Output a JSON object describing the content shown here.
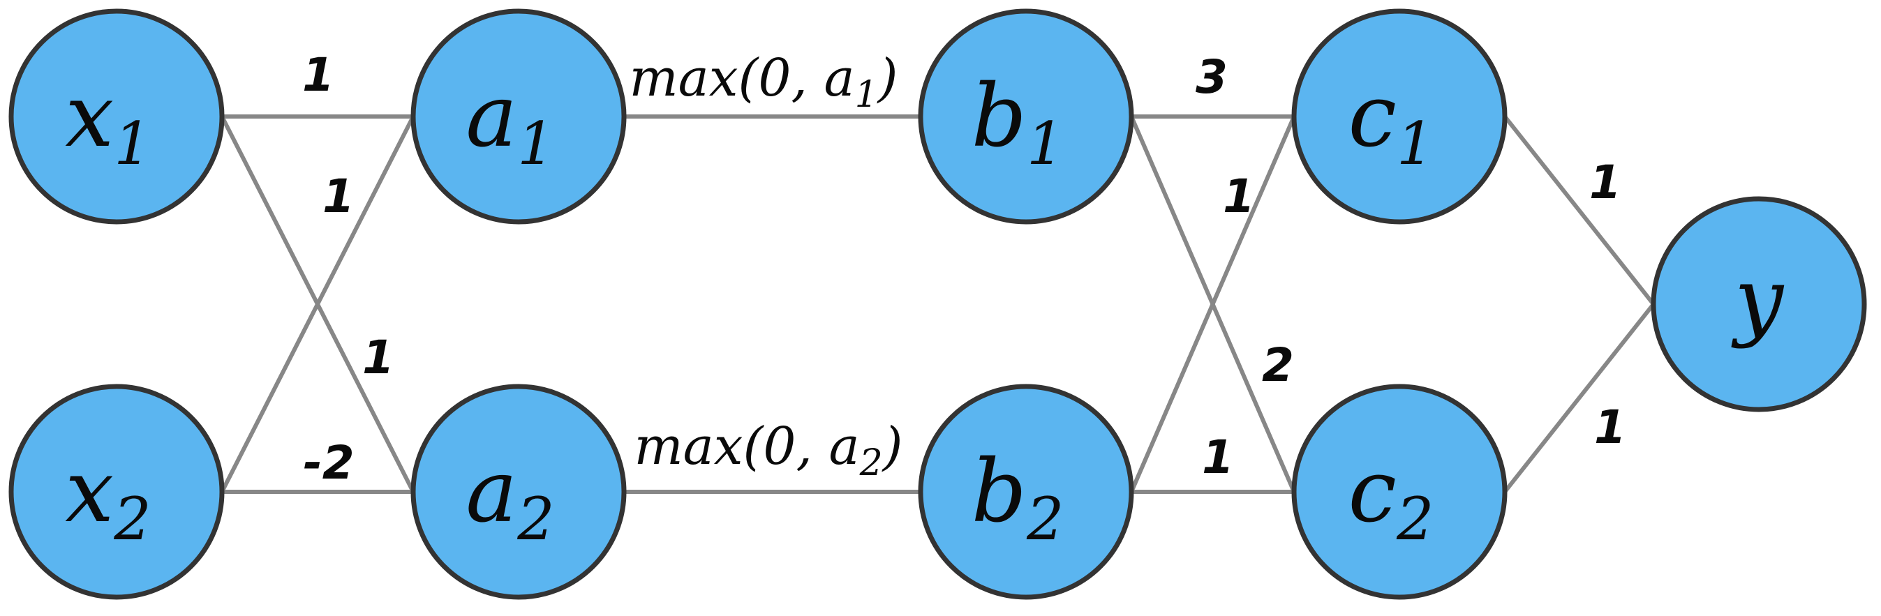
{
  "diagram": {
    "description": "neural-network-computation-graph",
    "colors": {
      "node_fill": "#5bb5f0",
      "node_border": "#333333",
      "edge": "#878787",
      "text": "#0a0a0a"
    },
    "nodes": [
      {
        "id": "x1",
        "base": "x",
        "sub": "1"
      },
      {
        "id": "x2",
        "base": "x",
        "sub": "2"
      },
      {
        "id": "a1",
        "base": "a",
        "sub": "1"
      },
      {
        "id": "a2",
        "base": "a",
        "sub": "2"
      },
      {
        "id": "b1",
        "base": "b",
        "sub": "1"
      },
      {
        "id": "b2",
        "base": "b",
        "sub": "2"
      },
      {
        "id": "c1",
        "base": "c",
        "sub": "1"
      },
      {
        "id": "c2",
        "base": "c",
        "sub": "2"
      },
      {
        "id": "y",
        "base": "y",
        "sub": ""
      }
    ],
    "edges": [
      {
        "from": "x1",
        "to": "a1",
        "weight": "1"
      },
      {
        "from": "x2",
        "to": "a1",
        "weight": "1"
      },
      {
        "from": "x1",
        "to": "a2",
        "weight": "1"
      },
      {
        "from": "x2",
        "to": "a2",
        "weight": "-2"
      },
      {
        "from": "a1",
        "to": "b1",
        "label_pre": "max(0, a",
        "label_sub": "1",
        "label_post": ")"
      },
      {
        "from": "a2",
        "to": "b2",
        "label_pre": "max(0, a",
        "label_sub": "2",
        "label_post": ")"
      },
      {
        "from": "b1",
        "to": "c1",
        "weight": "3"
      },
      {
        "from": "b2",
        "to": "c1",
        "weight": "1"
      },
      {
        "from": "b1",
        "to": "c2",
        "weight": "2"
      },
      {
        "from": "b2",
        "to": "c2",
        "weight": "1"
      },
      {
        "from": "c1",
        "to": "y",
        "weight": "1"
      },
      {
        "from": "c2",
        "to": "y",
        "weight": "1"
      }
    ]
  }
}
